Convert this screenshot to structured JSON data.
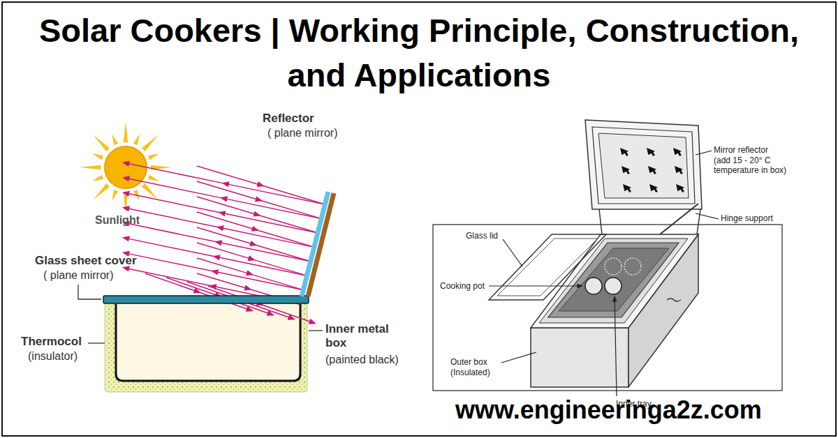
{
  "diagram": {
    "title": "Solar Cookers | Working Principle, Construction, and Applications",
    "labels": [
      "Reflector",
      "( plane mirror)",
      "Sunlight",
      "Glass sheet cover",
      "( plane mirror)",
      "Thermocol",
      "(insulator)",
      "Inner metal box",
      "(painted black)",
      "Mirror reflector",
      "(add 15 - 20° C temperature in box)",
      "Hinge support",
      "Glass lid",
      "Cooking pot",
      "Outer box",
      "(Insulated)",
      "Inner tray",
      "www.engineeringa2z.com"
    ]
  }
}
